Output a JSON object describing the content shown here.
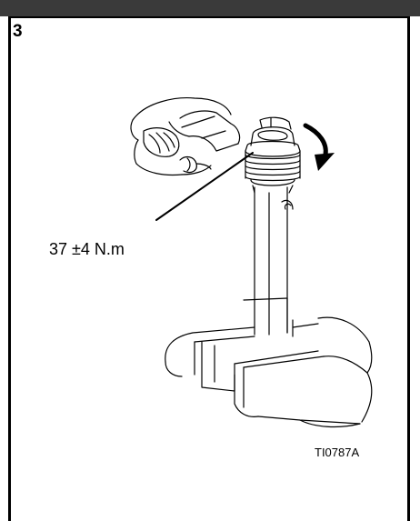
{
  "step": {
    "number": "3"
  },
  "callout": {
    "torque": "37 ±4 N.m"
  },
  "figure": {
    "id": "TI0787A"
  },
  "icons": {
    "tool": "adjustable-wrench-icon",
    "direction": "rotation-arrow-icon"
  }
}
